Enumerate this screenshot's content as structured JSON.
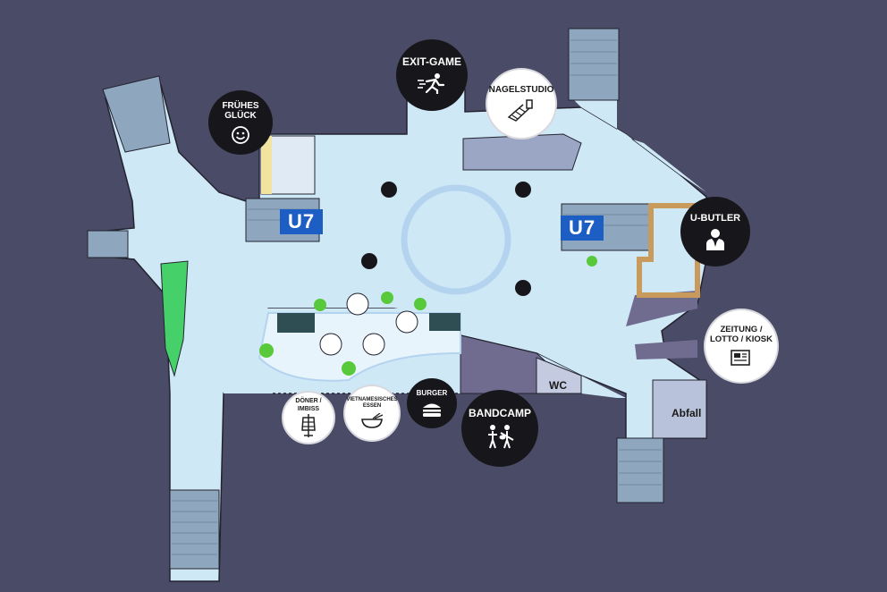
{
  "colors": {
    "background": "#4a4b66",
    "floor": "#cfe8f6",
    "ring": "#b3d3ef",
    "stairs": "#8ea7be",
    "stairs_light": "#b6c8d8",
    "shop": "#6f6c90",
    "wall": "#232330",
    "u7_sign": "#1d5ec4",
    "green_area": "#45d06a",
    "wood": "#c89a5b",
    "table_dark": "#2f4e53",
    "plant": "#58c93a",
    "poi_dark": "#17171b",
    "poi_light": "#ffffff"
  },
  "stations": {
    "left": "U7",
    "right": "U7"
  },
  "pois": {
    "exit_game": {
      "label": "EXIT-GAME",
      "icon": "running-person-icon"
    },
    "nagelstudio": {
      "label": "NAGELSTUDIO",
      "icon": "nail-polish-icon"
    },
    "fruehes_glueck": {
      "label": "FRÜHES\nGLÜCK",
      "icon": "smiley-icon"
    },
    "u_butler": {
      "label": "U-BUTLER",
      "icon": "butler-icon"
    },
    "zeitung": {
      "label": "ZEITUNG /\nLOTTO / KIOSK",
      "icon": "newspaper-icon"
    },
    "doener": {
      "label": "DÖNER /\nIMBISS",
      "icon": "doner-kebab-icon"
    },
    "vietnam": {
      "label": "VIETNAMESISCHES\nESSEN",
      "icon": "bowl-icon"
    },
    "burger": {
      "label": "BURGER",
      "icon": "burger-icon"
    },
    "bandcamp": {
      "label": "BANDCAMP",
      "icon": "band-icon"
    }
  },
  "rooms": {
    "wc": "WC",
    "abfall": "Abfall"
  }
}
